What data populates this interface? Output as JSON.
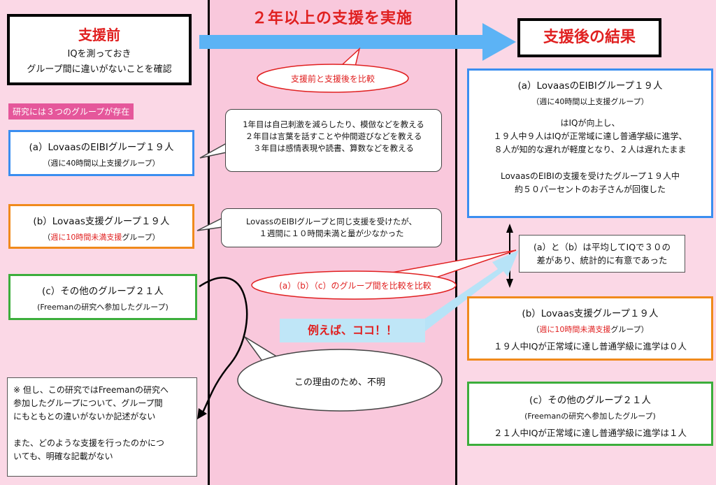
{
  "header": {
    "center_title": "２年以上の支援を実施",
    "before": {
      "title": "支援前",
      "lines": [
        "IQを測っておき",
        "グループ間に違いがないことを確認"
      ]
    },
    "after_title": "支援後の結果"
  },
  "compare_label": "支援前と支援後を比較",
  "groups_label": "研究には３つのグループが存在",
  "left_groups": [
    {
      "name": "(a）LovaasのEIBIグループ１９人",
      "sub": "（週に40時間以上支援グループ）"
    },
    {
      "name": "(b）Lovaas支援グループ１９人",
      "sub_red": "週に10時間未満支援",
      "sub_pre": "（",
      "sub_post": "グループ）"
    },
    {
      "name": "(c）その他のグループ２１人",
      "sub": "(Freemanの研究へ参加したグループ)"
    }
  ],
  "bubble_eibi": [
    "1年目は自己刺激を減らしたり、模倣などを教える",
    "２年目は言葉を話すことや仲間遊びなどを教える",
    "３年目は感情表現や読書、算数などを教える"
  ],
  "bubble_lovass": [
    "LovassのEIBIグループと同じ支援を受けたが、",
    "１週間に１０時間未満と量が少なかった"
  ],
  "compare_groups_label": "(a）（b）（c）のグループ間を比較を比較",
  "example_label": "例えば、ココ！！",
  "reason_bubble": "この理由のため、不明",
  "note": [
    "※ 但し、この研究ではFreemanの研究へ",
    "参加したグループについて、グループ間",
    "にもともとの違いがないか記述がない",
    "",
    "また、どのような支援を行ったのかにつ",
    "いても、明確な記載がない"
  ],
  "result_a": {
    "title": "(a）LovaasのEIBIグループ１９人",
    "sub": "（週に40時間以上支援グループ）",
    "lines": [
      "はIQが向上し、",
      "１９人中９人はIQが正常域に達し普通学級に進学、",
      "８人が知的な遅れが軽度となり、２人は遅れたまま",
      "",
      "LovaasのEIBIの支援を受けたグループ１９人中",
      "約５０パーセントのお子さんが回復した"
    ]
  },
  "diff_box": [
    "(a）と（b）は平均してIQで３０の",
    "差があり、統計的に有意であった"
  ],
  "result_b": {
    "title": "(b）Lovaas支援グループ１９人",
    "sub_pre": "（",
    "sub_red": "週に10時間未満支援",
    "sub_post": "グループ）",
    "line": "１９人中IQが正常域に達し普通学級に進学は０人"
  },
  "result_c": {
    "title": "(c）その他のグループ２１人",
    "sub": "(Freemanの研究へ参加したグループ)",
    "line": "２１人中IQが正常域に達し普通学級に進学は１人"
  }
}
